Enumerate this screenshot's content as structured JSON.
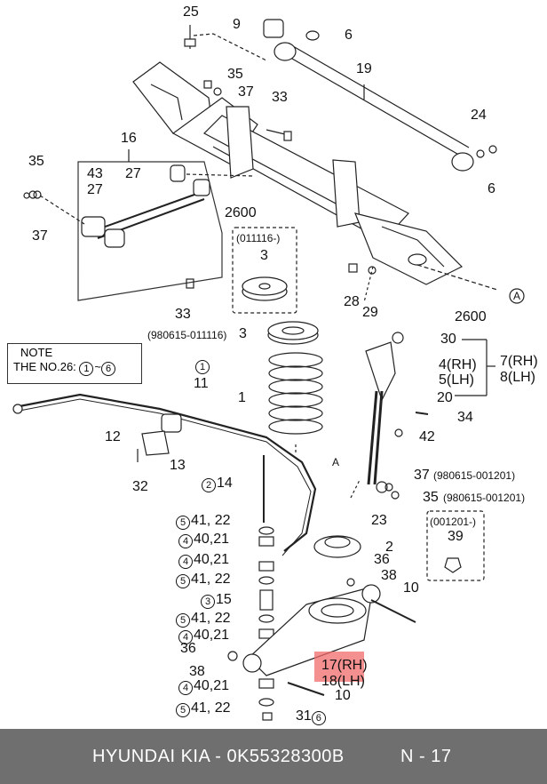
{
  "note": {
    "title": "NOTE",
    "text": "THE NO.26:",
    "range": [
      "1",
      "~",
      "6"
    ]
  },
  "labels": {
    "p25": "25",
    "p9": "9",
    "p6a": "6",
    "p19": "19",
    "p35a": "35",
    "p37a": "37",
    "p33a": "33",
    "p24": "24",
    "p6b": "6",
    "p16": "16",
    "p35b": "35",
    "p43": "43",
    "p27a": "27",
    "p27b": "27",
    "p37b": "37",
    "p2600a": "2600",
    "p011116": "(011116-)",
    "p3a": "3",
    "p33b": "33",
    "p28": "28",
    "p29": "29",
    "pA1": "A",
    "p2600b": "2600",
    "p980615": "(980615-011116)",
    "p3b": "3",
    "p1circ": "1",
    "p11": "11",
    "p1": "1",
    "p30": "30",
    "p4rh": "4(RH)",
    "p5lh": "5(LH)",
    "p7rh": "7(RH)",
    "p8lh": "8(LH)",
    "p20": "20",
    "p34": "34",
    "p42": "42",
    "p12": "12",
    "p13": "13",
    "p32": "32",
    "pA2": "A",
    "p37c": "37",
    "p37c_date": "(980615-001201)",
    "p35c": "35",
    "p35c_date": "(980615-001201)",
    "p23": "23",
    "p001201": "(001201-)",
    "p39": "39",
    "c2": "2",
    "p14": "14",
    "c5a": "5",
    "p4122a": "41, 22",
    "c4a": "4",
    "p4021a": "40,21",
    "p2": "2",
    "c4b": "4",
    "p4021b": "40,21",
    "p36a": "36",
    "c5b": "5",
    "p4122b": "41, 22",
    "p38a": "38",
    "p10a": "10",
    "c3": "3",
    "p15": "15",
    "c5c": "5",
    "p4122c": "41, 22",
    "c4c": "4",
    "p4021c": "40,21",
    "p36b": "36",
    "p38b": "38",
    "p17rh": "17(RH)",
    "p18lh": "18(LH)",
    "c4d": "4",
    "p4021d": "40,21",
    "p10b": "10",
    "c5d": "5",
    "p4122d": "41, 22",
    "p31": "31",
    "c6": "6"
  },
  "footer": {
    "brand": "HYUNDAI  KIA - 0K55328300B",
    "page": "N - 17"
  }
}
